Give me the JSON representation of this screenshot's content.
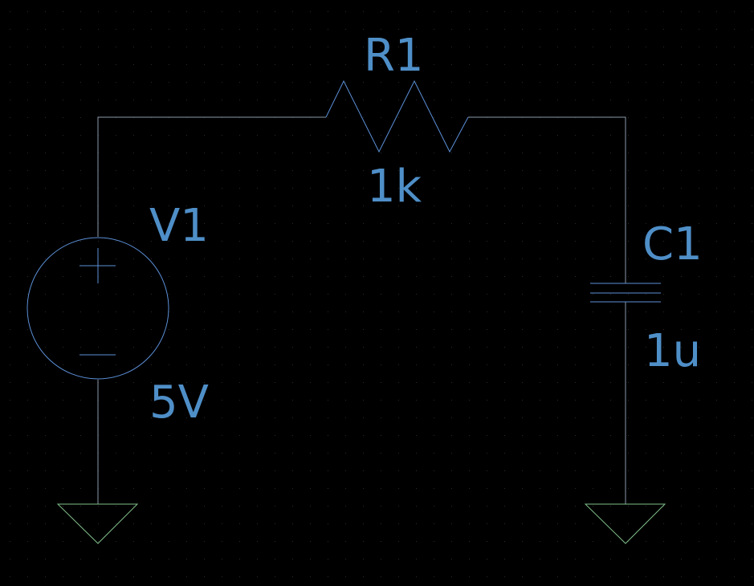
{
  "components": {
    "source": {
      "ref": "V1",
      "value": "5V"
    },
    "resistor": {
      "ref": "R1",
      "value": "1k"
    },
    "capacitor": {
      "ref": "C1",
      "value": "1u"
    }
  },
  "colors": {
    "background": "#000000",
    "grid_dot": "#2a2a2a",
    "wire": "#8a9aaa",
    "component": "#5b8fd6",
    "ground": "#7fbf8a",
    "label": "#4f8fc8"
  }
}
